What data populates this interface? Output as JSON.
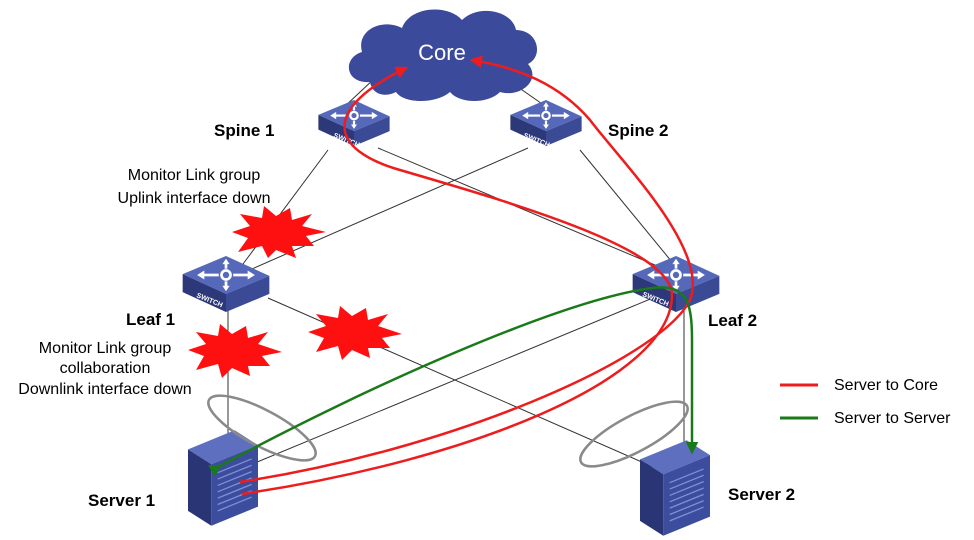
{
  "core": {
    "label": "Core"
  },
  "devices": {
    "spine1": "Spine 1",
    "spine2": "Spine 2",
    "leaf1": "Leaf 1",
    "leaf2": "Leaf 2",
    "server1": "Server 1",
    "server2": "Server 2",
    "switch_badge": "SWITCH"
  },
  "annotations": {
    "uplink": [
      "Monitor Link group",
      "Uplink interface down"
    ],
    "downlink": [
      "Monitor Link group",
      "collaboration",
      "Downlink interface down"
    ]
  },
  "legend": [
    {
      "label": "Server to Core",
      "color": "#ee1c1c"
    },
    {
      "label": "Server to Server",
      "color": "#1a7a1a"
    }
  ],
  "colors": {
    "cloud": "#3c4a9c",
    "switch_top": "#4d5fb0",
    "switch_side": "#2e3a80",
    "server_front": "#3a4a9a",
    "burst": "#ff1010",
    "link": "#333333",
    "aggregation_ellipse": "#8a8a8a"
  }
}
